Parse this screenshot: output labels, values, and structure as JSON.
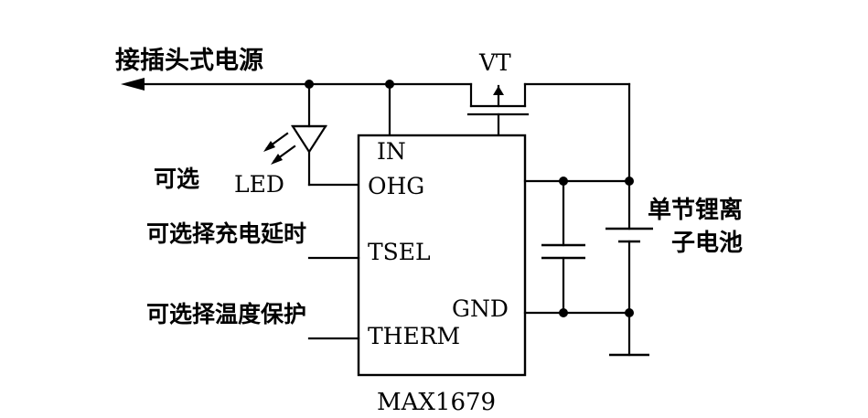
{
  "labels": {
    "plug_power": "接插头式电源",
    "transistor": "VT",
    "optional": "可选",
    "led": "LED",
    "optional_charge_delay": "可选择充电延时",
    "optional_temp_protect": "可选择温度保护",
    "battery_line1": "单节锂离",
    "battery_line2": "子电池",
    "chip_name": "MAX1679"
  },
  "pins": {
    "in": "IN",
    "ohg": "OHG",
    "tsel": "TSEL",
    "therm": "THERM",
    "gnd": "GND"
  }
}
